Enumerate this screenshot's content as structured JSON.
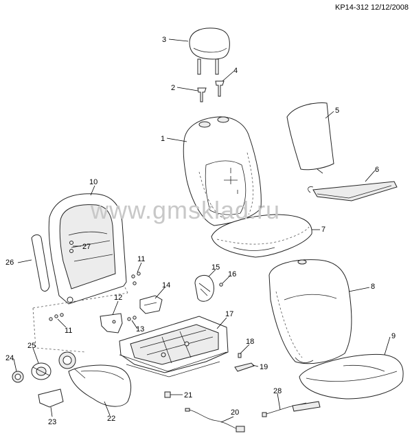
{
  "reference": "KP14-312 12/12/2008",
  "watermark": "www.gmsklad.ru",
  "callouts": [
    "1",
    "2",
    "3",
    "4",
    "5",
    "6",
    "7",
    "8",
    "9",
    "10",
    "11",
    "11",
    "12",
    "13",
    "14",
    "15",
    "16",
    "17",
    "18",
    "19",
    "20",
    "21",
    "22",
    "23",
    "24",
    "25",
    "26",
    "27",
    "28"
  ]
}
